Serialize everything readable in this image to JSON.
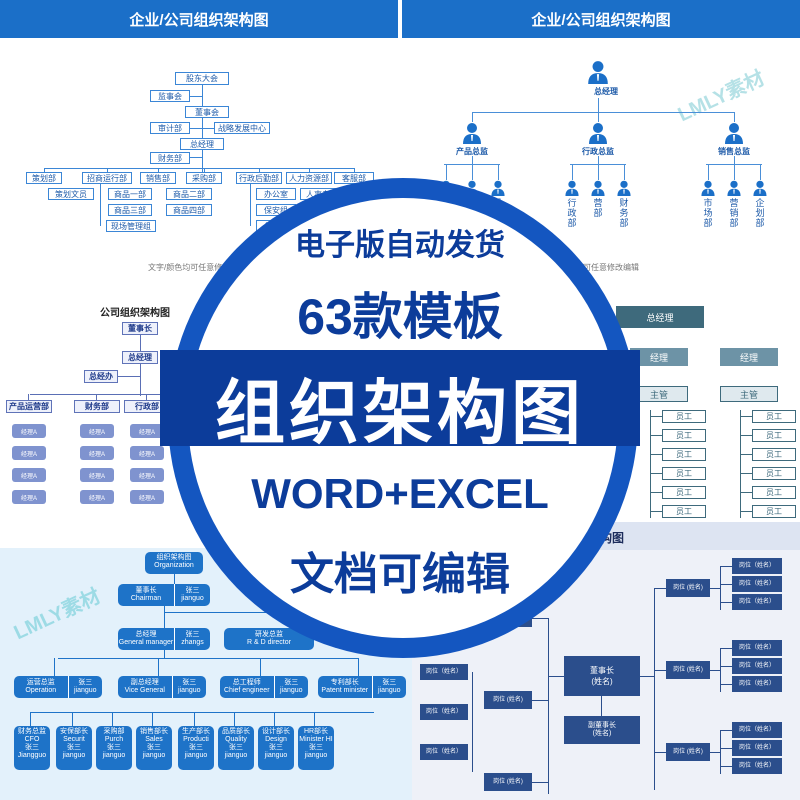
{
  "panel_tl": {
    "title": "企业/公司组织架构图",
    "caption": "文字/颜色均可任意修",
    "nodes": {
      "shareholders": "股东大会",
      "board": "监事会",
      "chairman": "董事会",
      "audit": "审计部",
      "strategy": "战略发展中心",
      "gm": "总经理",
      "finance": "财务部",
      "depts": [
        "策划部",
        "招商运行部",
        "销售部",
        "采购部",
        "行政后勤部",
        "人力资源部",
        "客服部"
      ],
      "sub1": [
        "策划文员",
        "商品一部",
        "商品二部",
        "商品三部",
        "商品四部",
        "现场管理组"
      ],
      "sub2": [
        "办公室",
        "人事专员",
        "保安组",
        "保洁组"
      ]
    }
  },
  "panel_tr": {
    "title": "企业/公司组织架构图",
    "caption": "色均可任意修改编辑",
    "watermark": "LMLY素材",
    "top": "总经理",
    "directors": [
      "产品总监",
      "行政总监",
      "销售总监"
    ],
    "staff": [
      [
        "",
        "",
        "品部"
      ],
      [
        "行政部",
        "营部",
        "财务部"
      ],
      [
        "市场部",
        "营销部",
        "企划部"
      ]
    ]
  },
  "panel_ml": {
    "title": "公司组织架构图",
    "chairman": "董事长",
    "gm": "总经理",
    "office": "总经办",
    "depts": [
      "产品运营部",
      "财务部",
      "行政部"
    ],
    "sub_label": "经理A"
  },
  "panel_mr": {
    "top": "总经理",
    "managers": [
      "经理",
      "经理"
    ],
    "leads": [
      "主管",
      "主管"
    ],
    "staff_label": "员工"
  },
  "panel_bl": {
    "title_cn": "组织架构图",
    "title_en": "Organization",
    "watermark": "LMLY素材",
    "chairman": {
      "cn": "董事长",
      "en": "Chairman",
      "name_cn": "张三",
      "name_en": "jianguo"
    },
    "gm": {
      "cn": "总经理",
      "en": "General manager",
      "name_cn": "张三",
      "name_en": "zhangs"
    },
    "rd": {
      "cn": "研发总监",
      "en": "R & D director"
    },
    "level3": [
      {
        "cn": "运营总监",
        "en": "Operation",
        "name_cn": "张三",
        "name_en": "jianguo"
      },
      {
        "cn": "副总经理",
        "en": "Vice General",
        "name_cn": "张三",
        "name_en": "jianguo"
      },
      {
        "cn": "总工程师",
        "en": "Chief engineer",
        "name_cn": "张三",
        "name_en": "jianguo"
      },
      {
        "cn": "专利部长",
        "en": "Patent minister",
        "name_cn": "张三",
        "name_en": "jianguo"
      }
    ],
    "level4": [
      {
        "cn": "财务总监",
        "en": "CFO",
        "name_cn": "张三",
        "name_en": "Jiangguo"
      },
      {
        "cn": "安保部长",
        "en": "Securit",
        "name_cn": "张三",
        "name_en": "jianguo"
      },
      {
        "cn": "采购部",
        "en": "Purch",
        "name_cn": "张三",
        "name_en": "jianguo"
      },
      {
        "cn": "销售部长",
        "en": "Sales",
        "name_cn": "张三",
        "name_en": "jianguo"
      },
      {
        "cn": "生产部长",
        "en": "Producti",
        "name_cn": "张三",
        "name_en": "jianguo"
      },
      {
        "cn": "品质部长",
        "en": "Quality",
        "name_cn": "张三",
        "name_en": "jianguo"
      },
      {
        "cn": "设计部长",
        "en": "Design",
        "name_cn": "张三",
        "name_en": "jianguo"
      },
      {
        "cn": "HR部长",
        "en": "Minister HI",
        "name_cn": "张三",
        "name_en": "jianguo"
      }
    ]
  },
  "panel_br": {
    "title": "构图",
    "center": {
      "title": "董事长",
      "sub": "(姓名)"
    },
    "deputy": {
      "title": "副董事长",
      "sub": "(姓名)"
    },
    "post": "岗位（姓名）",
    "post_short": "岗位 (姓名)"
  },
  "overlay": {
    "line1": "电子版自动发货",
    "line2": "63款模板",
    "banner": "组织架构图",
    "line3": "WORD+EXCEL",
    "line4": "文档可编辑"
  },
  "colors": {
    "blue": "#1b6fc8",
    "navy": "#0f3d91",
    "teal": "#3e6a7c",
    "dark_blue": "#2b4e8c"
  }
}
